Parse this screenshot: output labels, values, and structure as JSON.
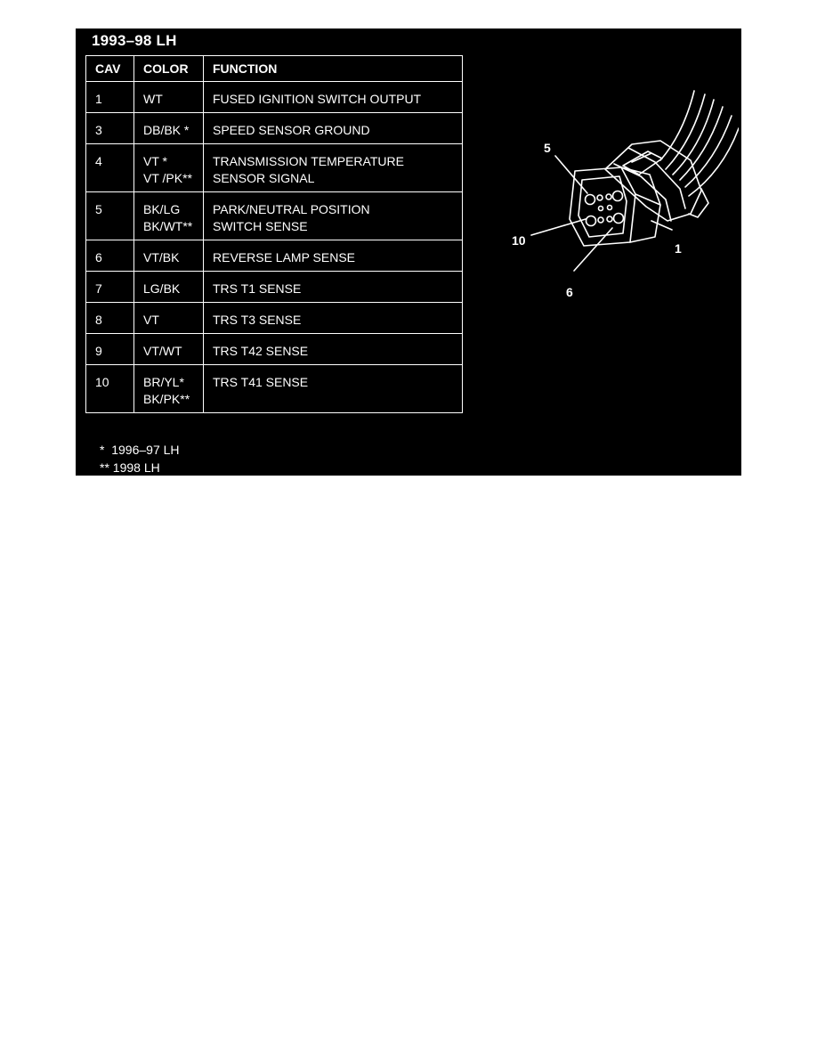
{
  "title": "1993–98 LH",
  "table": {
    "headers": [
      "CAV",
      "COLOR",
      "FUNCTION"
    ],
    "rows": [
      {
        "cav": "1",
        "color": [
          "WT"
        ],
        "function": [
          "FUSED IGNITION SWITCH OUTPUT"
        ]
      },
      {
        "cav": "3",
        "color": [
          "DB/BK *"
        ],
        "function": [
          "SPEED SENSOR GROUND"
        ]
      },
      {
        "cav": "4",
        "color": [
          "VT *",
          "VT /PK**"
        ],
        "function": [
          "TRANSMISSION TEMPERATURE",
          "SENSOR SIGNAL"
        ]
      },
      {
        "cav": "5",
        "color": [
          "BK/LG",
          "BK/WT**"
        ],
        "function": [
          "PARK/NEUTRAL POSITION",
          "SWITCH SENSE"
        ]
      },
      {
        "cav": "6",
        "color": [
          "VT/BK"
        ],
        "function": [
          "REVERSE LAMP SENSE"
        ]
      },
      {
        "cav": "7",
        "color": [
          "LG/BK"
        ],
        "function": [
          "TRS T1 SENSE"
        ]
      },
      {
        "cav": "8",
        "color": [
          "VT"
        ],
        "function": [
          "TRS T3 SENSE"
        ]
      },
      {
        "cav": "9",
        "color": [
          "VT/WT"
        ],
        "function": [
          "TRS T42 SENSE"
        ]
      },
      {
        "cav": "10",
        "color": [
          "BR/YL*",
          "BK/PK**"
        ],
        "function": [
          "TRS T41 SENSE"
        ]
      }
    ]
  },
  "notes": [
    "*  1996–97 LH",
    "** 1998 LH"
  ],
  "connector": {
    "pin_labels": {
      "top_left": "5",
      "left": "10",
      "right": "1",
      "bottom": "6"
    }
  },
  "colors": {
    "background": "#000000",
    "foreground": "#ffffff",
    "page": "#ffffff"
  }
}
